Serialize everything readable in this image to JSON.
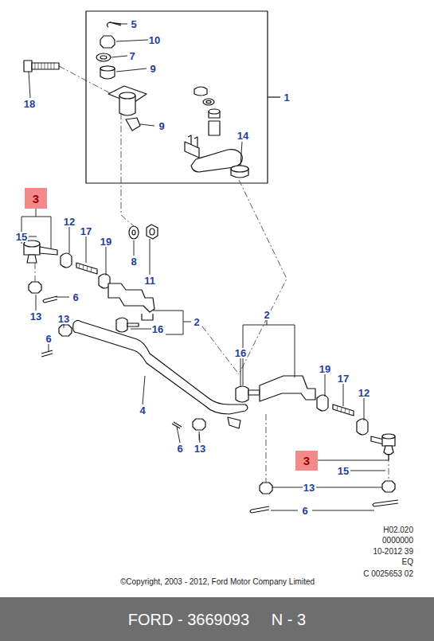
{
  "diagram": {
    "nodes": [
      {
        "text": [
          "3"
        ]
      },
      {
        "text": [
          "3"
        ]
      },
      {
        "text": [
          "FORD - 3669093     N - 3"
        ]
      }
    ],
    "labels": [
      "5",
      "10",
      "7",
      "9",
      "1",
      "18",
      "9",
      "14",
      "12",
      "17",
      "15",
      "19",
      "8",
      "11",
      "6",
      "13",
      "2",
      "13",
      "2",
      "16",
      "6",
      "16",
      "19",
      "17",
      "12",
      "4",
      "6",
      "13",
      "15",
      "13",
      "6",
      "H02.020",
      "0000000",
      "10-2012 39",
      "EQ",
      "C 0025653 02",
      "©Copyright, 2003 - 2012, Ford Motor Company Limited"
    ]
  }
}
